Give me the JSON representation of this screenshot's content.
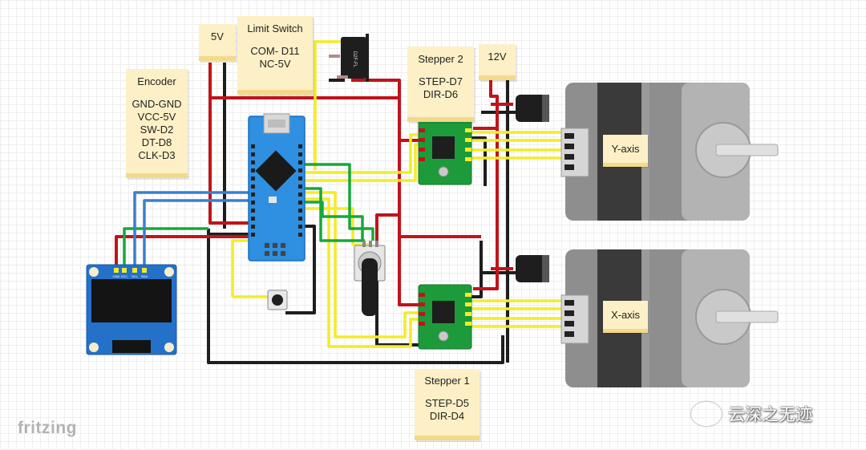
{
  "notes": {
    "limit_switch": {
      "title": "Limit Switch",
      "lines": [
        "COM- D11",
        "NC-5V"
      ]
    },
    "v5": {
      "title": "5V"
    },
    "encoder": {
      "title": "Encoder",
      "lines": [
        "GND-GND",
        "VCC-5V",
        "SW-D2",
        "DT-D8",
        "CLK-D3"
      ]
    },
    "stepper2": {
      "title": "Stepper 2",
      "lines": [
        "STEP-D7",
        "DIR-D6"
      ]
    },
    "v12": {
      "title": "12V"
    },
    "stepper1": {
      "title": "Stepper 1",
      "lines": [
        "STEP-D5",
        "DIR-D4"
      ]
    }
  },
  "motors": {
    "y_label": "Y-axis",
    "x_label": "X-axis"
  },
  "components": {
    "switch_marking": "D2F-FL",
    "oled_pins": [
      "GND",
      "VCC",
      "SCL",
      "SDA"
    ]
  },
  "footer": {
    "brand": "fritzing",
    "watermark": "云深之无迹"
  },
  "colors": {
    "red": "#c0141b",
    "black": "#1e1e1e",
    "yellow": "#f3ec28",
    "green": "#16a83a",
    "blue": "#3a7fd0",
    "note": "#fdf0c6",
    "board": "#2f8fe0",
    "driver": "#1d9b3a"
  }
}
